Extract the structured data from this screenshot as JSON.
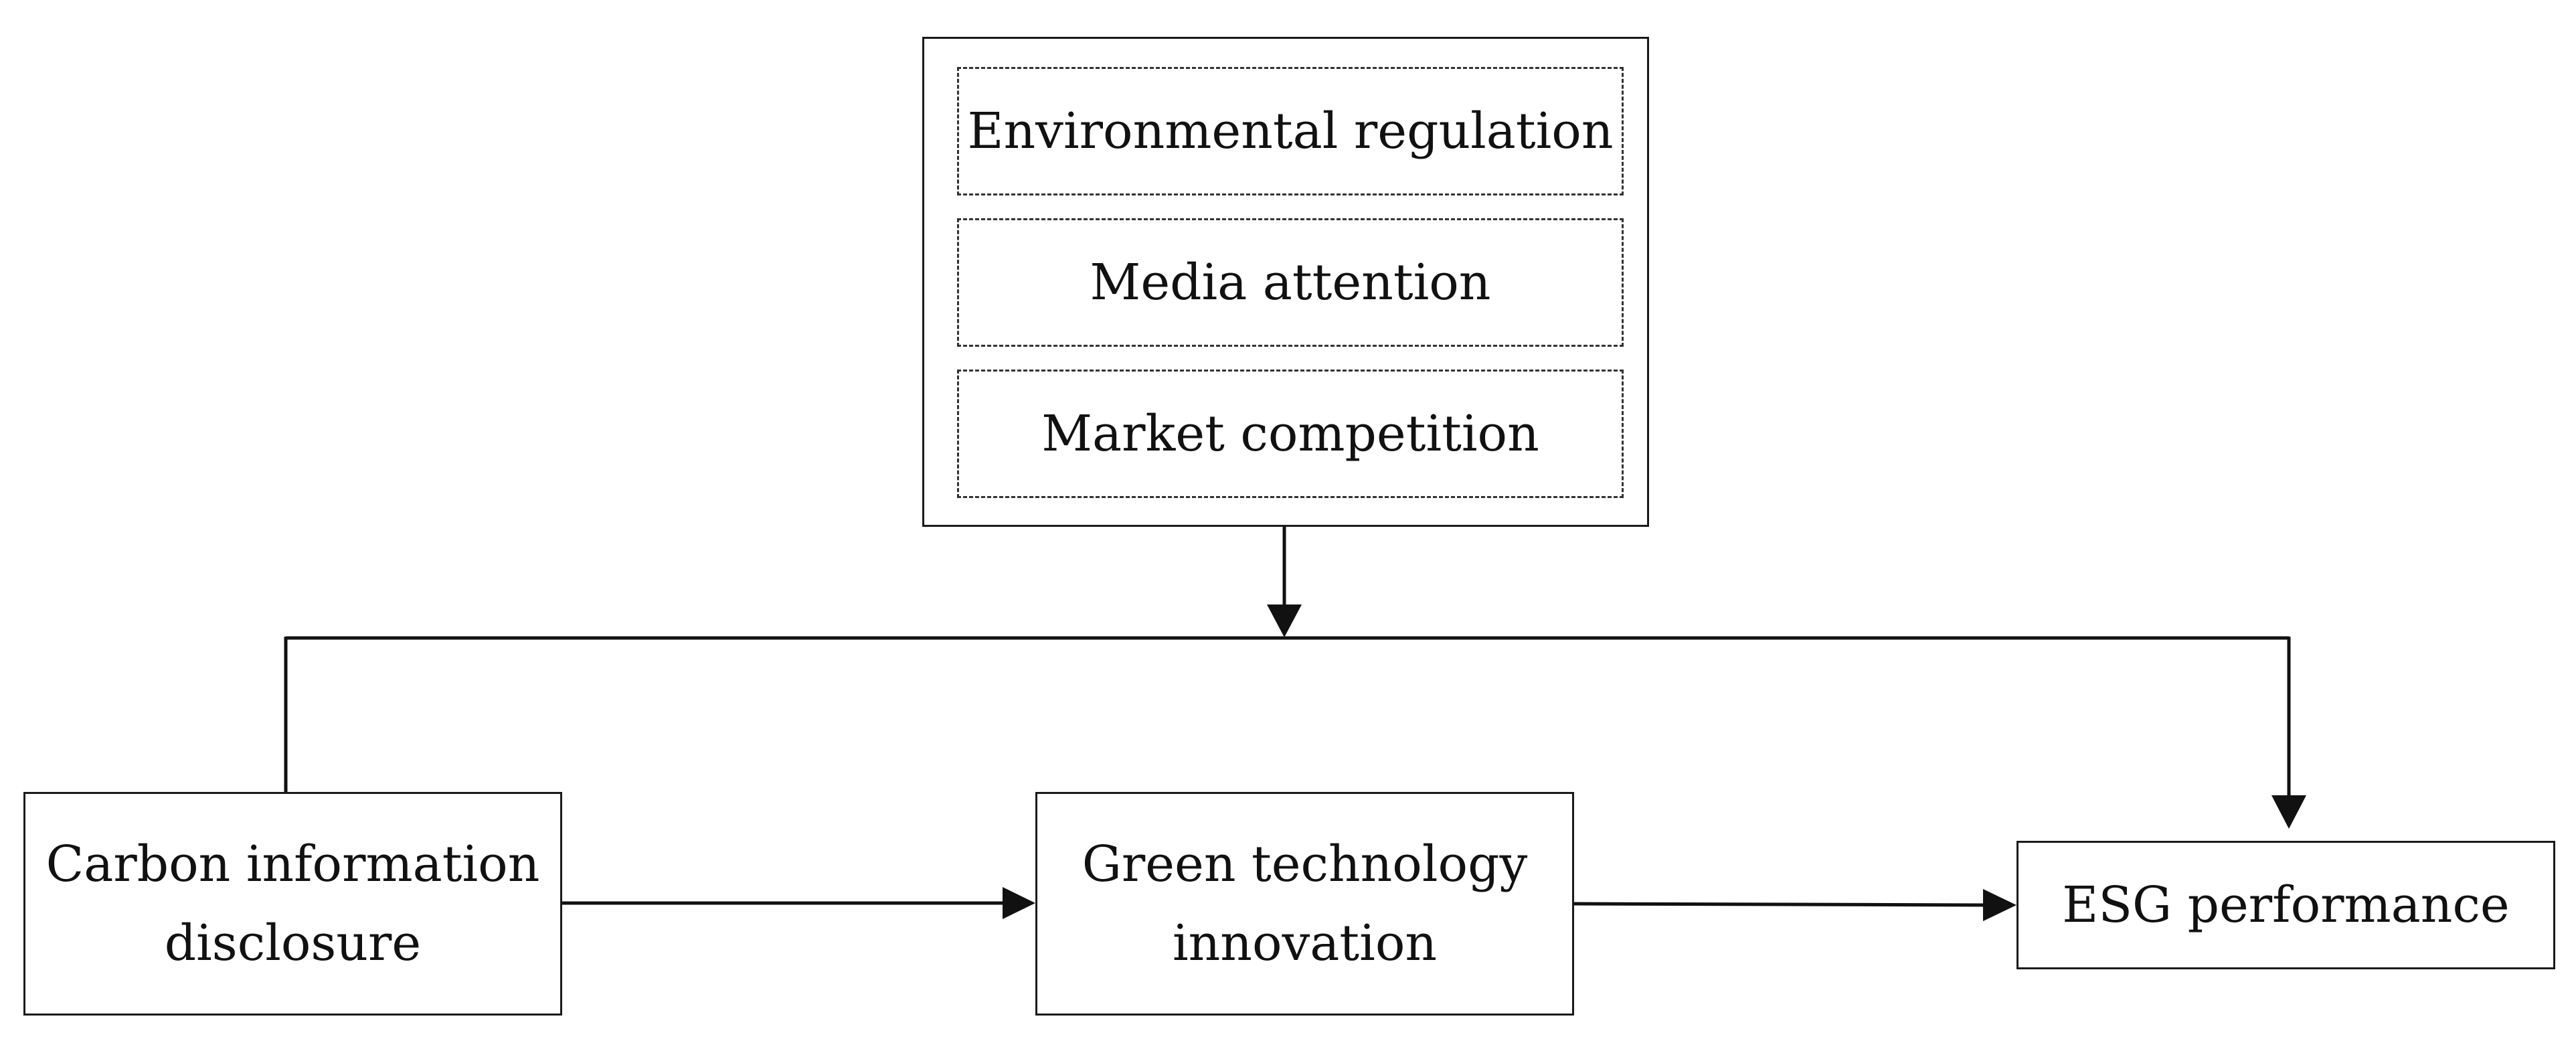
{
  "moderators": {
    "items": [
      {
        "label": "Environmental regulation"
      },
      {
        "label": "Media attention"
      },
      {
        "label": "Market competition"
      }
    ]
  },
  "nodes": {
    "carbon": {
      "line1": "Carbon information",
      "line2": "disclosure"
    },
    "green": {
      "line1": "Green technology",
      "line2": "innovation"
    },
    "esg": {
      "label": "ESG performance"
    }
  }
}
